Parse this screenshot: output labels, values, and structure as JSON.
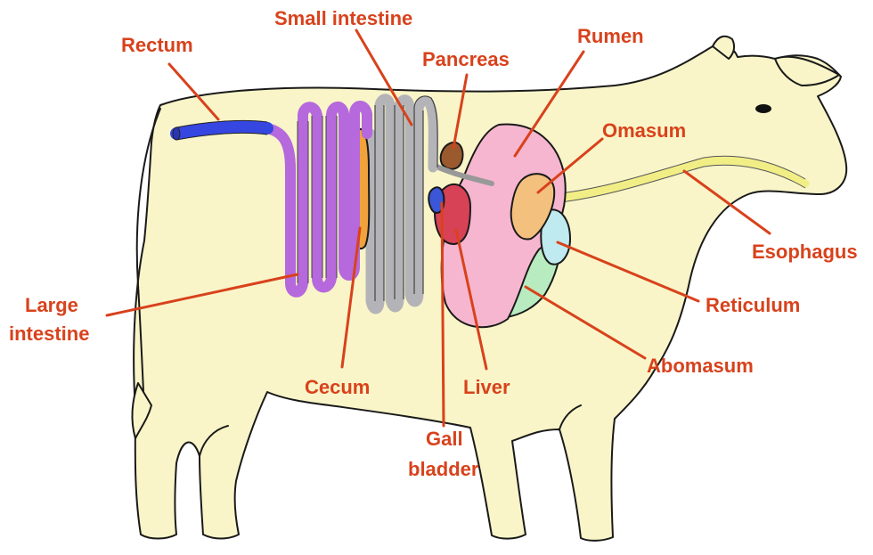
{
  "colors": {
    "label": "#d8421c",
    "body": "#f9f5c8",
    "rectum": "#3646e0",
    "large_intestine": "#b569dc",
    "small_intestine": "#b4b4b8",
    "cecum": "#f1a23a",
    "pancreas": "#9a5a2e",
    "gall_bladder": "#3b56d6",
    "liver": "#d84256",
    "rumen": "#f6b6cf",
    "omasum": "#f4c07e",
    "reticulum": "#bfeaf0",
    "abomasum": "#b8ecc0",
    "esophagus": "#f2ee86"
  },
  "labels": {
    "rectum": "Rectum",
    "small_intestine": "Small intestine",
    "pancreas": "Pancreas",
    "rumen": "Rumen",
    "omasum": "Omasum",
    "esophagus": "Esophagus",
    "reticulum": "Reticulum",
    "abomasum": "Abomasum",
    "liver": "Liver",
    "cecum": "Cecum",
    "gall_bladder_line1": "Gall",
    "gall_bladder_line2": "bladder",
    "large_intestine_line1": "Large",
    "large_intestine_line2": "intestine"
  }
}
